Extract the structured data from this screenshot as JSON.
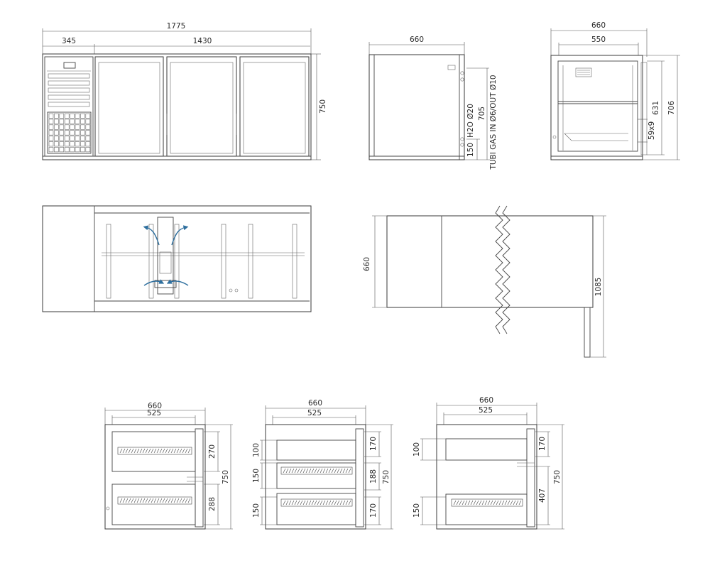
{
  "front_view": {
    "overall_width": "1775",
    "left_width": "345",
    "door_width": "1430",
    "height": "750"
  },
  "side_view": {
    "depth": "660",
    "height": "705",
    "water_height": "150",
    "water_label": "H2O Ø20",
    "gas_label": "TUBI GAS IN Ø6/OUT Ø10"
  },
  "section_view": {
    "outer_depth": "660",
    "inner_depth": "550",
    "height_631": "631",
    "height_706": "706",
    "grid": "59x9"
  },
  "top_view": {
    "depth": "660",
    "total_depth": "1085"
  },
  "drawer_configs": [
    {
      "outer": "660",
      "inner": "525",
      "height": "750",
      "right_dims": [
        "270",
        "288"
      ],
      "left_dims": []
    },
    {
      "outer": "660",
      "inner": "525",
      "height": "750",
      "right_dims": [
        "170",
        "188",
        "170"
      ],
      "left_dims": [
        "100",
        "150",
        "150"
      ]
    },
    {
      "outer": "660",
      "inner": "525",
      "height": "750",
      "right_dims": [
        "170",
        "407"
      ],
      "left_dims": [
        "100",
        "150"
      ]
    }
  ]
}
